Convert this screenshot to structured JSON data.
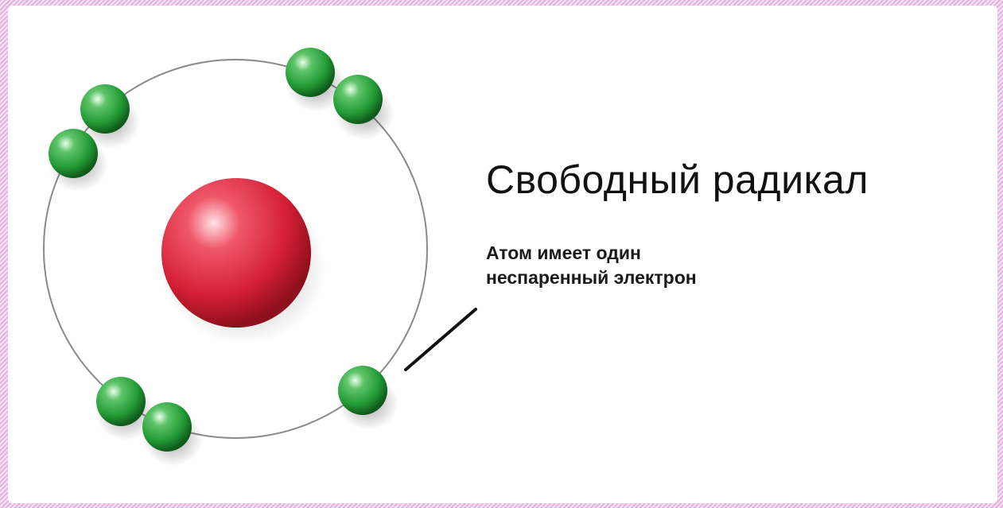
{
  "diagram": {
    "title": "Свободный радикал",
    "caption": {
      "line1": "Атом имеет один",
      "line2": "неспаренный электрон"
    },
    "colors": {
      "nucleus": "#e0283a",
      "electron": "#2e9a3c",
      "orbit": "#8a8a8a",
      "pointer": "#111111"
    },
    "nucleus_count": 1,
    "electron_count": 7,
    "unpaired_electron_count": 1
  }
}
